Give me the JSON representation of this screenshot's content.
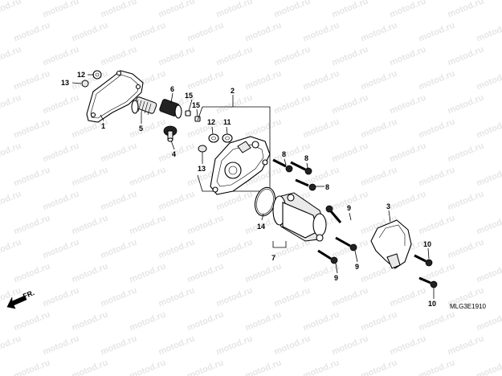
{
  "watermark": "motod.ru",
  "diagram_code": "MLG3E1910",
  "direction_label": "FR.",
  "callouts": {
    "c1": "1",
    "c2": "2",
    "c3": "3",
    "c4": "4",
    "c5": "5",
    "c6": "6",
    "c7": "7",
    "c8a": "8",
    "c8b": "8",
    "c8c": "8",
    "c9a": "9",
    "c9b": "9",
    "c9c": "9",
    "c10a": "10",
    "c10b": "10",
    "c11": "11",
    "c12a": "12",
    "c12b": "12",
    "c13a": "13",
    "c13b": "13",
    "c14": "14",
    "c15a": "15",
    "c15b": "15"
  }
}
